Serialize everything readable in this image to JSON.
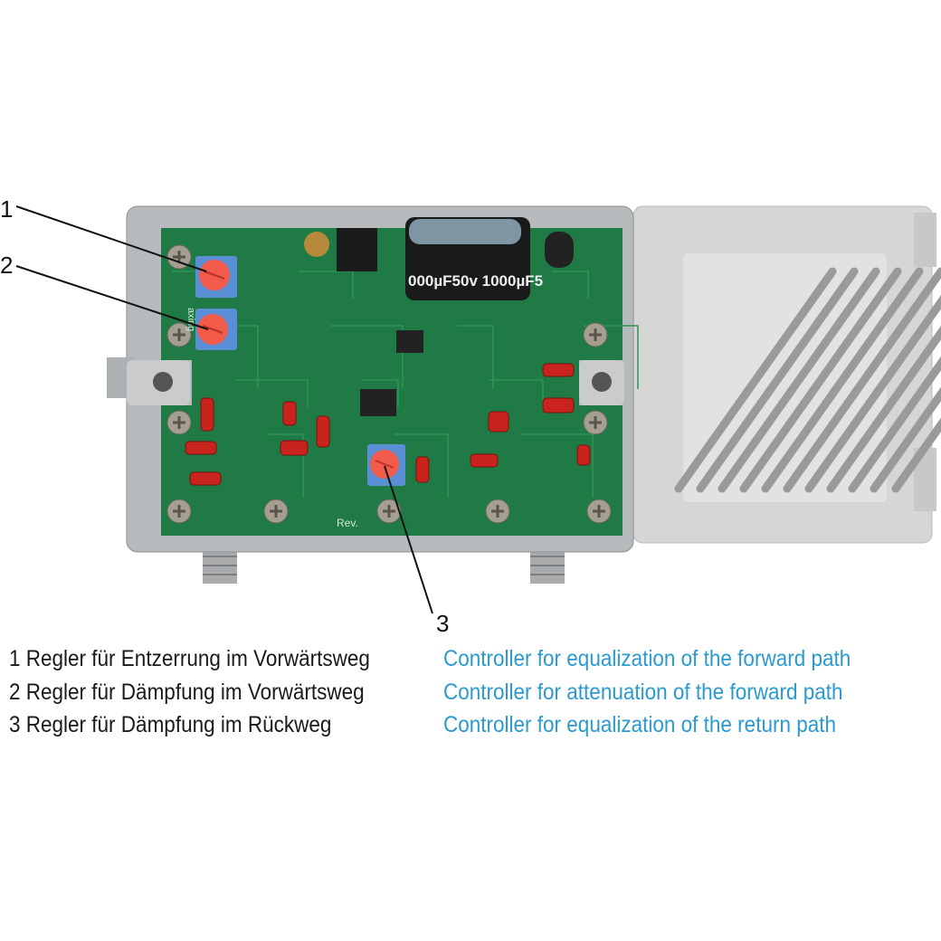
{
  "callouts": [
    {
      "number": "1"
    },
    {
      "number": "2"
    },
    {
      "number": "3"
    }
  ],
  "legend": [
    {
      "de": "1 Regler für Entzerrung im Vorwärtsweg",
      "en": "Controller for equalization of the forward path"
    },
    {
      "de": "2 Regler für Dämpfung im Vorwärtsweg",
      "en": "Controller for attenuation of the forward path"
    },
    {
      "de": "3 Regler für Dämpfung im Rückweg",
      "en": "Controller for equalization of the return path"
    }
  ],
  "pcb": {
    "capacitor_label": "000µF50v 1000µF5",
    "brand": "axing",
    "revision": "Rev."
  },
  "colors": {
    "pcb": "#1f7a45",
    "knob": "#f25a4a",
    "knob_base": "#5a8fd6",
    "housing": "#b9bcbf",
    "cover": "#d8d8d6",
    "english_text": "#2a9ad0"
  }
}
